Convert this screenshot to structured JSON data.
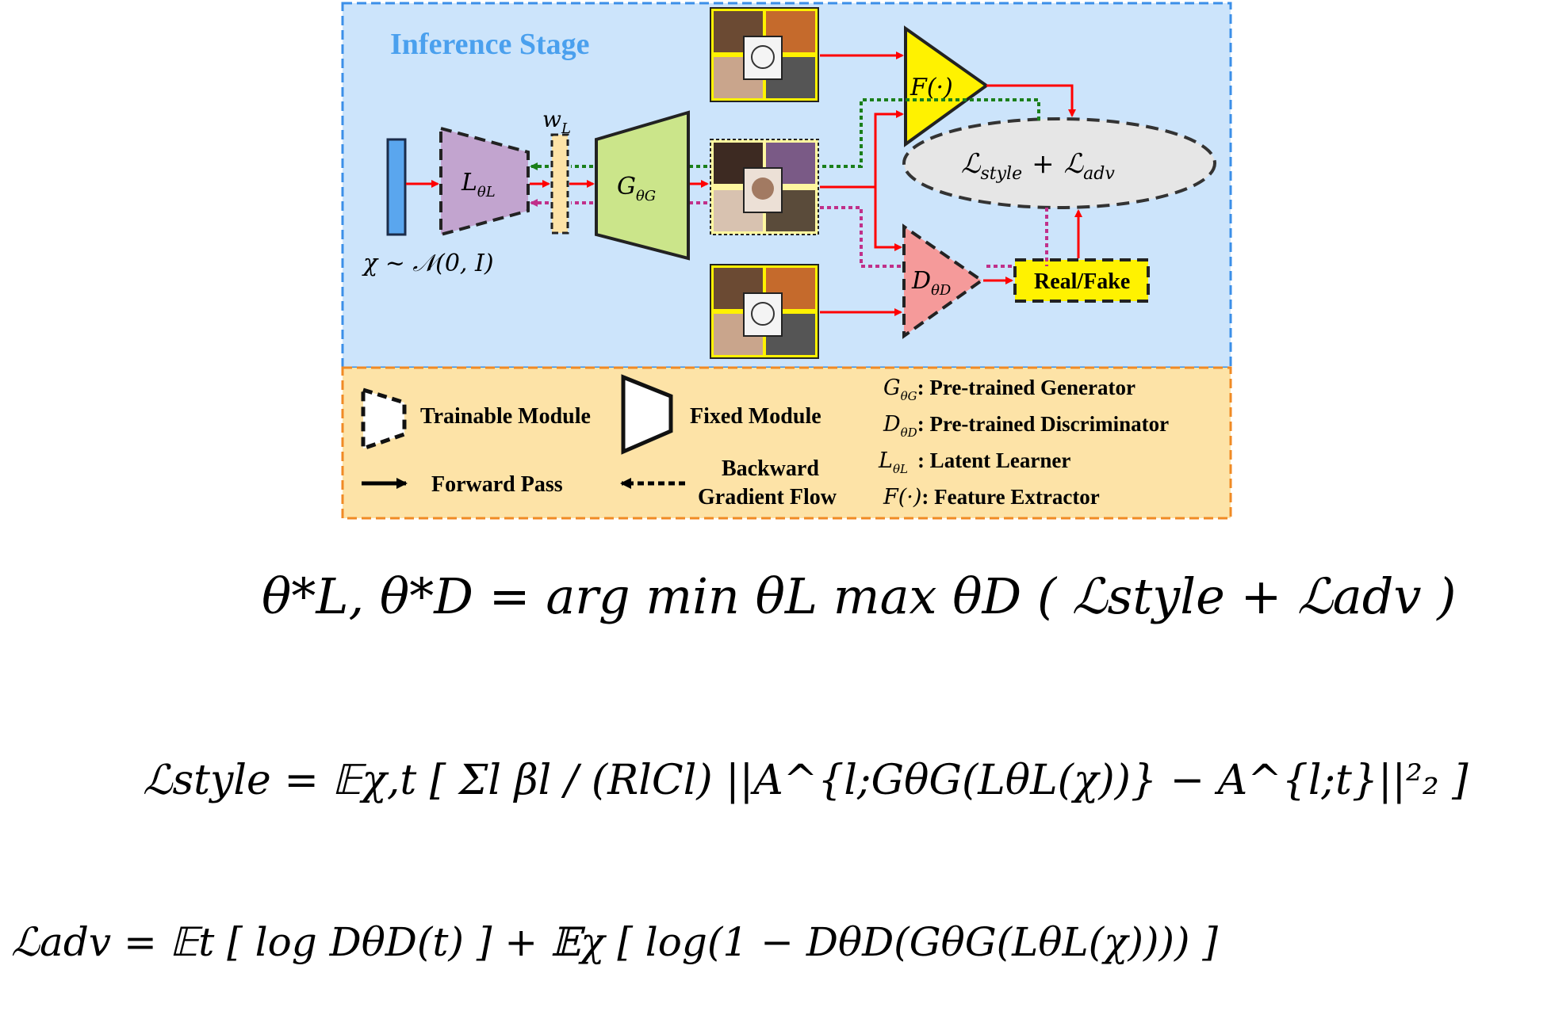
{
  "stage_title": "Inference Stage",
  "colors": {
    "stage_bg": "#cce4fb",
    "stage_border": "#3b8fe8",
    "legend_bg": "#fde3a7",
    "legend_border": "#f08a24",
    "latent_learner": "#c2a4cf",
    "generator": "#cbe58a",
    "feature_extractor": "#fff200",
    "discriminator": "#f59a9a",
    "noise_bar": "#5aa6ee",
    "forward": "#ff0000",
    "grad_green": "#1a7f1a",
    "grad_magenta": "#c0308a"
  },
  "nodes": {
    "noise_label": "χ ~ 𝒩(0, I)",
    "latent_learner": "L",
    "latent_learner_sub": "θL",
    "wl_label": "w",
    "wl_sub": "L",
    "generator": "G",
    "generator_sub": "θG",
    "feature_extractor": "F(·)",
    "discriminator": "D",
    "discriminator_sub": "θD",
    "loss_a": "ℒ",
    "loss_a_sub": "style",
    "loss_plus": "+",
    "loss_b": "ℒ",
    "loss_b_sub": "adv",
    "real_fake": "Real/Fake"
  },
  "legend": {
    "trainable": "Trainable Module",
    "fixed": "Fixed Module",
    "forward": "Forward Pass",
    "backward_1": "Backward",
    "backward_2": "Gradient Flow",
    "g_sym": "G",
    "g_sub": "θG",
    "g_desc": ": Pre-trained Generator",
    "d_sym": "D",
    "d_sub": "θD",
    "d_desc": ": Pre-trained Discriminator",
    "l_sym": "L",
    "l_sub": "θL",
    "l_desc": ": Latent Learner",
    "f_sym": "F(·)",
    "f_desc": ": Feature Extractor"
  },
  "equations": {
    "eq1": "θ*L, θ*D = arg min θL max θD ( ℒstyle + ℒadv )",
    "eq2": "ℒstyle = 𝔼χ,t [ Σl βl / (RlCl) ||A^{l;GθG(LθL(χ))} − A^{l;t}||²₂ ]",
    "eq3": "ℒadv = 𝔼t [ log DθD(t) ] + 𝔼χ [ log(1 − DθD(GθG(LθL(χ)))) ]"
  }
}
